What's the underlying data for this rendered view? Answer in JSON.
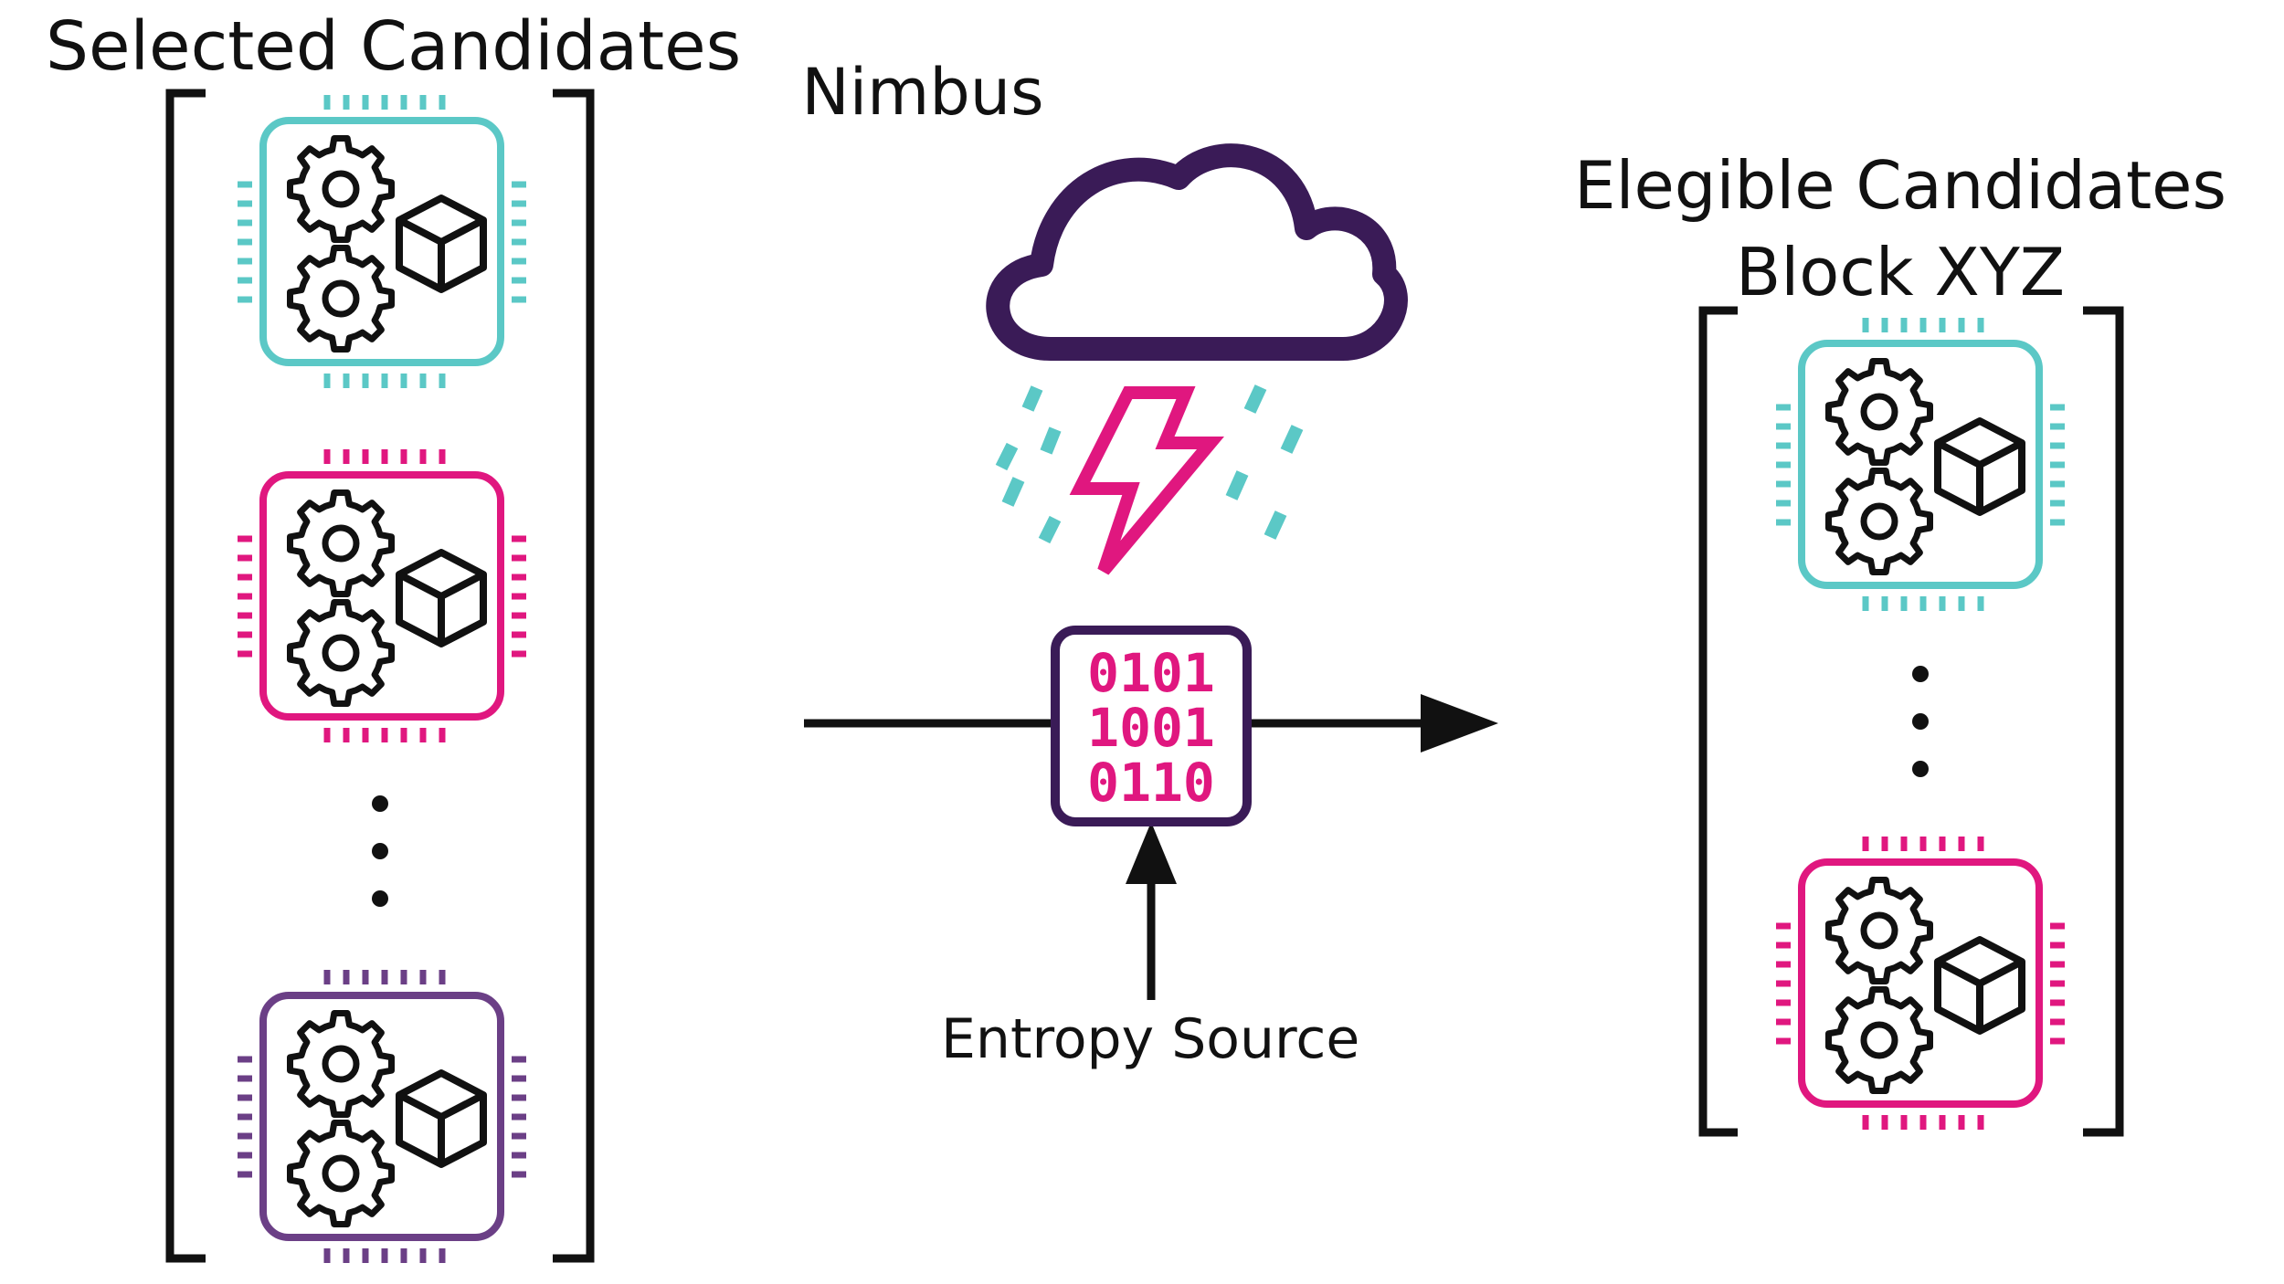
{
  "labels": {
    "selected_candidates": "Selected Candidates",
    "nimbus": "Nimbus",
    "elegible_candidates": "Elegible Candidates",
    "block": "Block XYZ",
    "entropy_source": "Entropy Source"
  },
  "binary_chip": {
    "rows": [
      "0101",
      "1001",
      "0110"
    ]
  },
  "colors": {
    "teal": "#5bc8c6",
    "pink": "#e0177f",
    "purple": "#6b3f86",
    "cloud": "#3a1b57",
    "ink": "#111111"
  },
  "left_group": {
    "chips": [
      "teal",
      "pink",
      "purple"
    ]
  },
  "right_group": {
    "chips": [
      "teal",
      "pink"
    ]
  },
  "icons": [
    "gear-icon",
    "cube-icon",
    "cloud-icon",
    "lightning-icon",
    "binary-chip-icon"
  ]
}
